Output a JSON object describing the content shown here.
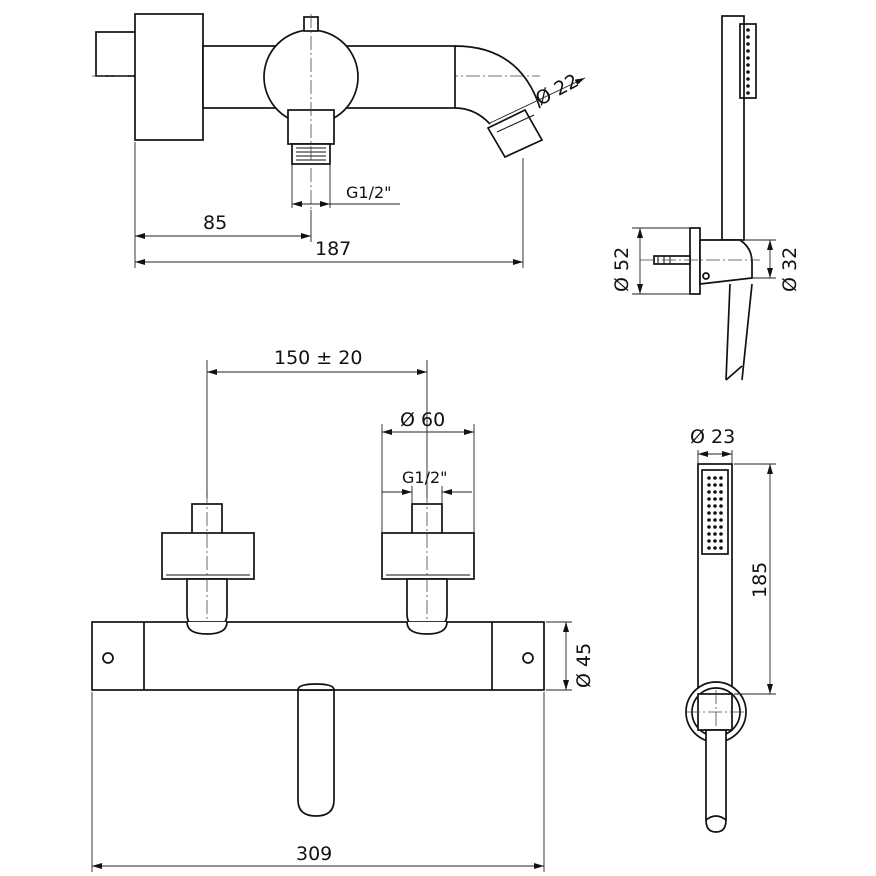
{
  "drawing": {
    "top_side_view": {
      "dim_spout_diameter": "Ø 22",
      "dim_thread": "G1/2\"",
      "dim_85": "85",
      "dim_187": "187"
    },
    "handshower_holder_view": {
      "dim_wall_flange": "Ø 52",
      "dim_holder": "Ø 32"
    },
    "front_view": {
      "dim_centers": "150 ± 20",
      "dim_rosette": "Ø 60",
      "dim_thread": "G1/2\"",
      "dim_body_diameter": "Ø 45",
      "dim_total_width": "309"
    },
    "handshower_front_view": {
      "dim_handle": "Ø 23",
      "dim_length": "185"
    }
  }
}
